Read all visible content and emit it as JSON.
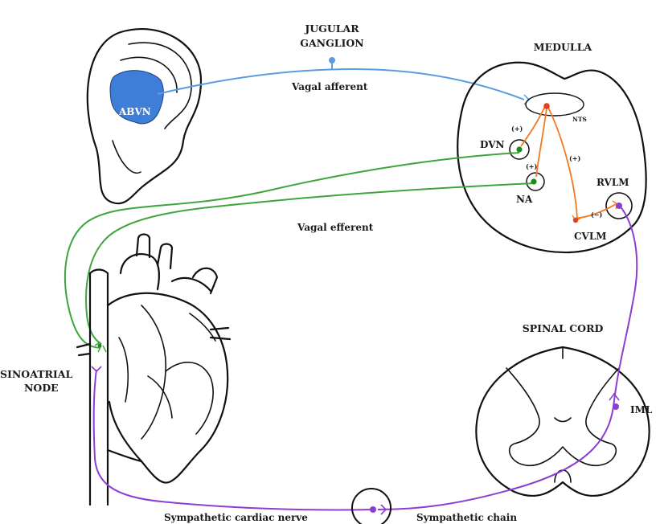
{
  "labels": {
    "jugular_line1": "JUGULAR",
    "jugular_line2": "GANGLION",
    "medulla": "MEDULLA",
    "vagal_afferent": "Vagal afferent",
    "abvn": "ABVN",
    "nts": "NTS",
    "dvn": "DVN",
    "na": "NA",
    "rvlm": "RVLM",
    "cvlm": "CVLM",
    "vagal_efferent": "Vagal efferent",
    "spinal_cord": "SPINAL CORD",
    "iml": "IML",
    "sinoatrial_line1": "SINOATRIAL",
    "sinoatrial_line2": "NODE",
    "sympathetic_cardiac_nerve": "Sympathetic cardiac nerve",
    "sympathetic_chain": "Sympathetic chain",
    "sign_nts_dvn": "(+)",
    "sign_nts_na": "(+)",
    "sign_nts_cvlm": "(+)",
    "sign_cvlm_rvlm": "(−)"
  },
  "colors": {
    "afferent": "#5b9be0",
    "efferent": "#3fa53a",
    "efferent_dark": "#1e8a1e",
    "nts_projection": "#f07a24",
    "nts_node": "#e0401e",
    "sympathetic": "#8a3fd1",
    "abvn_fill": "#3f7ed8",
    "ink": "#111111"
  }
}
